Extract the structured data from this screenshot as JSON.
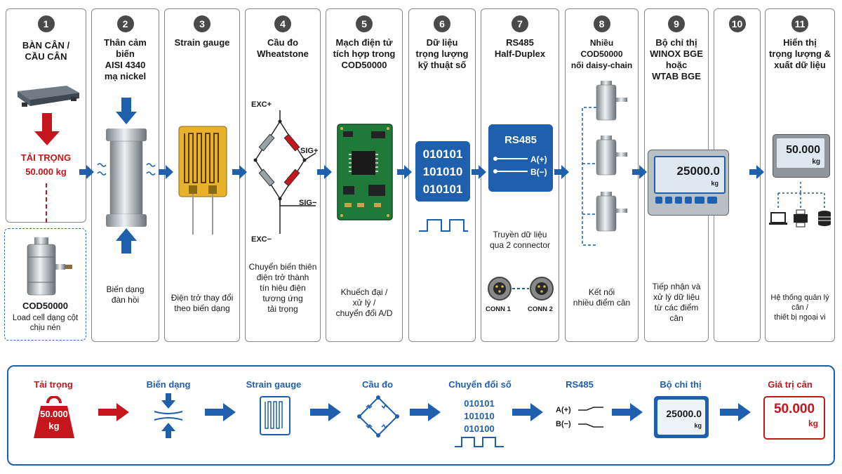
{
  "steps": [
    {
      "num": "1",
      "title": "BÀN CÂN /\nCẦU CÂN",
      "load_label": "TẢI TRỌNG",
      "load_value": "50.000 kg"
    },
    {
      "num": "2",
      "title": "Thân cảm biến\nAISI 4340\nmạ nickel",
      "desc": "Biến dạng\nđàn hồi"
    },
    {
      "num": "3",
      "title": "Strain gauge",
      "desc": "Điện trở thay đổi\ntheo biến dạng"
    },
    {
      "num": "4",
      "title": "Cầu đo\nWheatstone",
      "desc": "Chuyển biến thiên\nđiện trở thành\ntín hiệu điện\ntương ứng\ntải trọng",
      "exc_plus": "EXC+",
      "exc_minus": "EXC−",
      "sig_plus": "SIG+",
      "sig_minus": "SIG−"
    },
    {
      "num": "5",
      "title": "Mạch điện tử\ntích hợp trong\nCOD50000",
      "desc": "Khuếch đại /\nxử lý /\nchuyển đổi A/D"
    },
    {
      "num": "6",
      "title": "Dữ liệu\ntrọng lượng\nkỹ thuật số",
      "binary": [
        "010101",
        "101010",
        "010101"
      ]
    },
    {
      "num": "7",
      "title": "RS485\nHalf-Duplex",
      "box_title": "RS485",
      "a_label": "A(+)",
      "b_label": "B(−)",
      "desc": "Truyền dữ liệu\nqua 2 connector",
      "conn1": "CONN 1",
      "conn2": "CONN 2"
    },
    {
      "num": "8",
      "title": "Nhiều COD50000\nnối daisy-chain",
      "desc": "Kết nối\nnhiều điểm cân"
    },
    {
      "num": "9",
      "title": "Bộ chỉ thị\nWINOX BGE\nhoặc\nWTAB BGE",
      "display": "25000.0",
      "unit": "kg",
      "desc": "Tiếp nhận và\nxử lý dữ liệu\ntừ các điểm cân"
    },
    {
      "num": "10"
    },
    {
      "num": "11",
      "title": "Hiển thị\ntrọng lượng &\nxuất dữ liệu",
      "display": "50.000",
      "unit": "kg",
      "desc": "Hệ thống quản lý cân /\nthiết bị ngoại vi"
    }
  ],
  "loadcell": {
    "name": "COD50000",
    "desc": "Load cell dạng cột\nchịu nén"
  },
  "summary": {
    "labels": [
      "Tải trọng",
      "Biến dạng",
      "Strain gauge",
      "Cầu đo",
      "Chuyển đổi số",
      "RS485",
      "Bộ chỉ thị",
      "Giá trị cân"
    ],
    "weight_value": "50.000",
    "weight_unit": "kg",
    "binary": [
      "010101",
      "101010",
      "010100"
    ],
    "a_label": "A(+)",
    "b_label": "B(−)",
    "display": "25000.0",
    "display_unit": "kg",
    "result_value": "50.000",
    "result_unit": "kg"
  },
  "colors": {
    "accent": "#1e5fae",
    "red": "#c4161c",
    "dark": "#4a4a4a",
    "pcb": "#1f7a3a"
  }
}
